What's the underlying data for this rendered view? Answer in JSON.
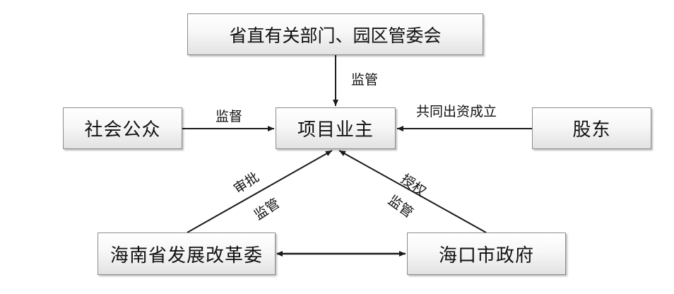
{
  "nodes": {
    "top": "省直有关部门、园区管委会",
    "public": "社会公众",
    "owner": "项目业主",
    "shareholder": "股东",
    "ndrc": "海南省发展改革委",
    "city": "海口市政府"
  },
  "edges": {
    "top_to_owner": "监管",
    "public_to_owner": "监督",
    "shareholder_to_owner": "共同出资成立",
    "ndrc_to_owner_approve": "审批",
    "ndrc_to_owner_supervise": "监管",
    "city_to_owner_authorize": "授权",
    "city_to_owner_supervise": "监管"
  },
  "colors": {
    "line": "#1a1a1a",
    "box_border": "#8c8c8c",
    "box_fill_top": "#ffffff",
    "box_fill_bottom": "#e2e2e2"
  }
}
